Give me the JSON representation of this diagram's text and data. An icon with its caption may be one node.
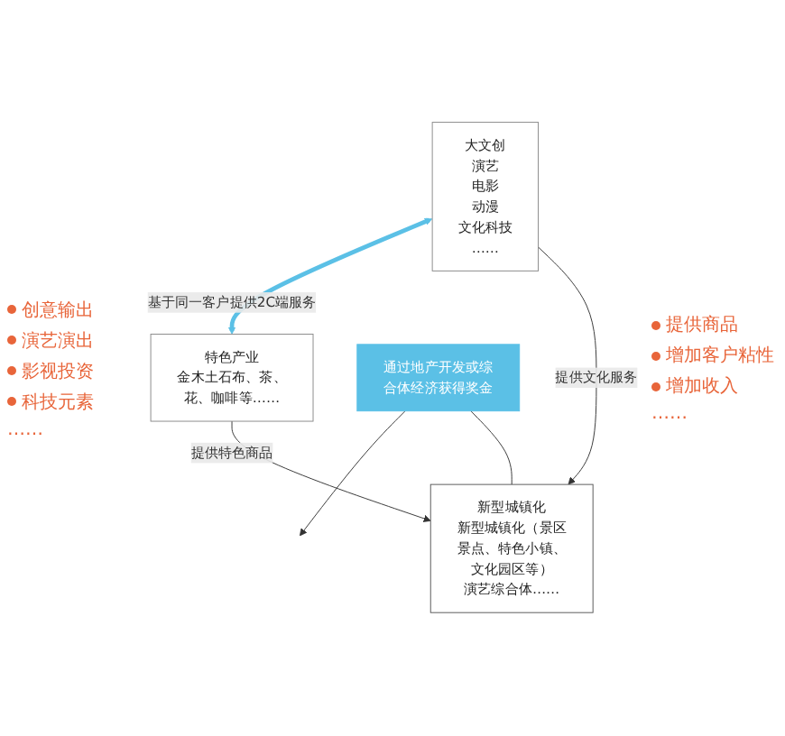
{
  "diagram": {
    "nodes": [
      {
        "text": [
          "大文创",
          "演艺",
          "电影",
          "动漫",
          "文化科技",
          "……"
        ]
      },
      {
        "text": [
          "特色产业",
          "金木土石布、茶、花、咖啡等……"
        ]
      },
      {
        "text": [
          "新型城镇化",
          "新型城镇化（景区景点、特色小镇、文化园区等）",
          "演艺综合体……"
        ]
      },
      {
        "text": [
          "通过地产开发或综合体经济获得奖金"
        ]
      }
    ],
    "edges": [
      {
        "from": 0,
        "to": 1,
        "arrow": "both",
        "label": "基于同一客户提供2C端服务",
        "style": "thick",
        "color": "#5bc0e6"
      },
      {
        "from": 3,
        "to": null,
        "arrow": "to"
      },
      {
        "from": 3,
        "to": 2,
        "arrow": "none"
      },
      {
        "from": 0,
        "to": 2,
        "arrow": "to",
        "label": "提供文化服务"
      },
      {
        "from": 1,
        "to": 2,
        "arrow": "to",
        "label": "提供特色商品"
      }
    ],
    "labels": [
      "创意输出",
      "演艺演出",
      "影视投资",
      "科技元素",
      "……",
      "提供商品",
      "增加客户粘性",
      "增加收入",
      "……"
    ]
  }
}
